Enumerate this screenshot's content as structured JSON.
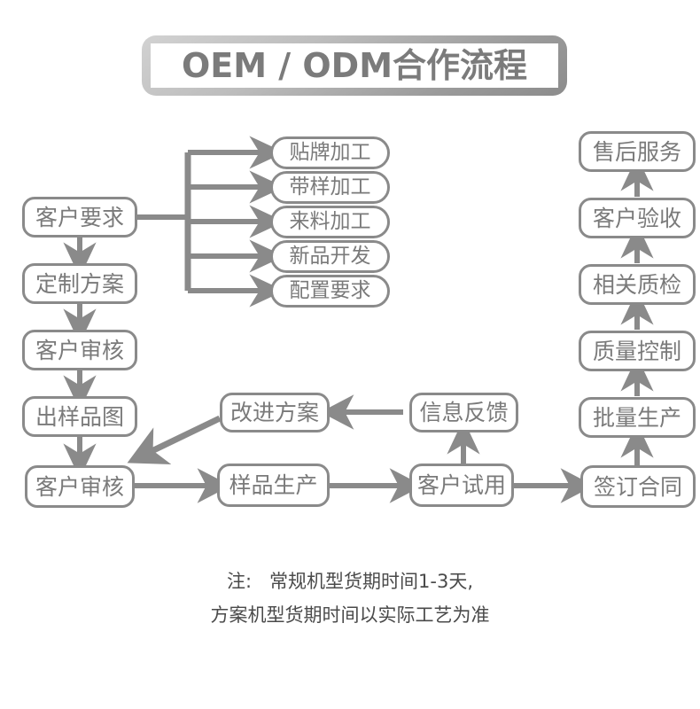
{
  "title": {
    "text": "OEM / ODM合作流程",
    "frame_color": "#a8a8a8",
    "text_color": "#7b7b7b"
  },
  "theme": {
    "line_color": "#8a8a8a",
    "box_border": "#8a8a8a",
    "box_text": "#7a7a7a",
    "background": "#ffffff",
    "note_color": "#4a4a4a"
  },
  "flow": {
    "left_column": [
      {
        "id": "customer-requirement",
        "label": "客户要求"
      },
      {
        "id": "custom-plan",
        "label": "定制方案"
      },
      {
        "id": "customer-review-1",
        "label": "客户审核"
      },
      {
        "id": "sample-drawing",
        "label": "出样品图"
      },
      {
        "id": "customer-review-2",
        "label": "客户审核"
      }
    ],
    "branch_options": [
      {
        "id": "oem-processing",
        "label": "贴牌加工"
      },
      {
        "id": "sample-based-processing",
        "label": "带样加工"
      },
      {
        "id": "material-supplied-processing",
        "label": "来料加工"
      },
      {
        "id": "new-product-development",
        "label": "新品开发"
      },
      {
        "id": "configuration-requirement",
        "label": "配置要求"
      }
    ],
    "bottom_row": [
      {
        "id": "sample-production",
        "label": "样品生产"
      },
      {
        "id": "customer-trial",
        "label": "客户试用"
      },
      {
        "id": "sign-contract",
        "label": "签订合同"
      }
    ],
    "feedback_row": [
      {
        "id": "improvement-plan",
        "label": "改进方案"
      },
      {
        "id": "information-feedback",
        "label": "信息反馈"
      }
    ],
    "right_column": [
      {
        "id": "after-sales-service",
        "label": "售后服务"
      },
      {
        "id": "customer-acceptance",
        "label": "客户验收"
      },
      {
        "id": "related-inspection",
        "label": "相关质检"
      },
      {
        "id": "quality-control",
        "label": "质量控制"
      },
      {
        "id": "mass-production",
        "label": "批量生产"
      }
    ]
  },
  "note": {
    "line1": "注:   常规机型货期时间1-3天,",
    "line2": "方案机型货期时间以实际工艺为准"
  }
}
